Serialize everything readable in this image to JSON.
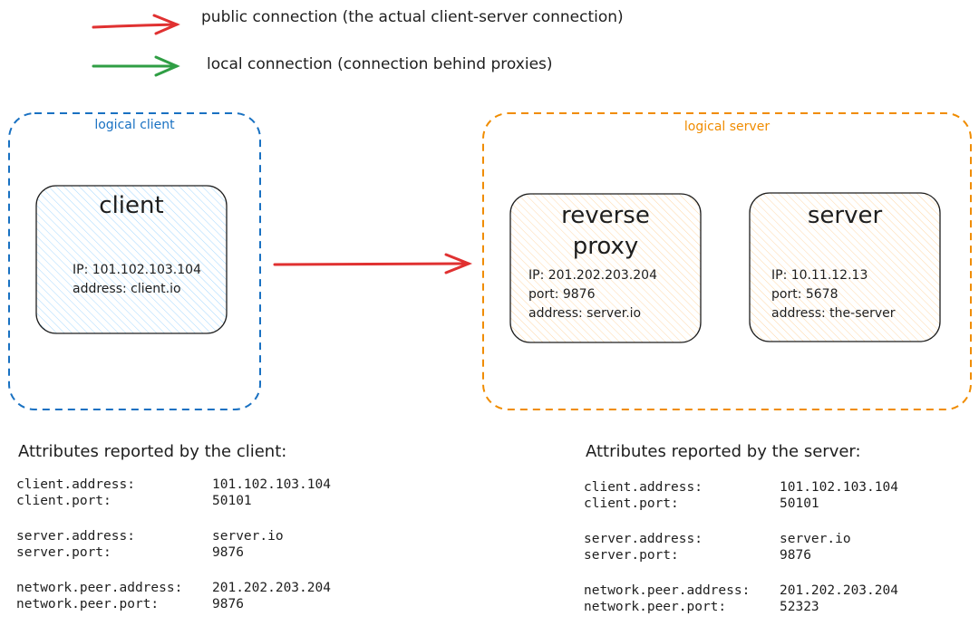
{
  "legend": [
    {
      "label": "public connection (the actual client-server connection)",
      "color": "#e03131"
    },
    {
      "label": "local connection (connection behind proxies)",
      "color": "#2f9e44"
    }
  ],
  "logical_client": {
    "label": "logical client",
    "color": "#1971c2",
    "node": {
      "title": "client",
      "lines": [
        "IP: 101.102.103.104",
        "address: client.io"
      ]
    }
  },
  "logical_server": {
    "label": "logical server",
    "color": "#f08c00",
    "proxy": {
      "title": "reverse proxy",
      "lines": [
        "IP: 201.202.203.204",
        "port: 9876",
        "address: server.io"
      ]
    },
    "server": {
      "title": "server",
      "lines": [
        "IP: 10.11.12.13",
        "port: 5678",
        "address: the-server"
      ]
    }
  },
  "client_attributes": {
    "heading": "Attributes reported by the client:",
    "groups": [
      [
        [
          "client.address:",
          "101.102.103.104"
        ],
        [
          "client.port:",
          "50101"
        ]
      ],
      [
        [
          "server.address:",
          "server.io"
        ],
        [
          "server.port:",
          "9876"
        ]
      ],
      [
        [
          "network.peer.address:",
          "201.202.203.204"
        ],
        [
          "network.peer.port:",
          "9876"
        ]
      ]
    ]
  },
  "server_attributes": {
    "heading": "Attributes reported by the server:",
    "groups": [
      [
        [
          "client.address:",
          "101.102.103.104"
        ],
        [
          "client.port:",
          "50101"
        ]
      ],
      [
        [
          "server.address:",
          "server.io"
        ],
        [
          "server.port:",
          "9876"
        ]
      ],
      [
        [
          "network.peer.address:",
          "201.202.203.204"
        ],
        [
          "network.peer.port:",
          "52323"
        ]
      ]
    ]
  }
}
